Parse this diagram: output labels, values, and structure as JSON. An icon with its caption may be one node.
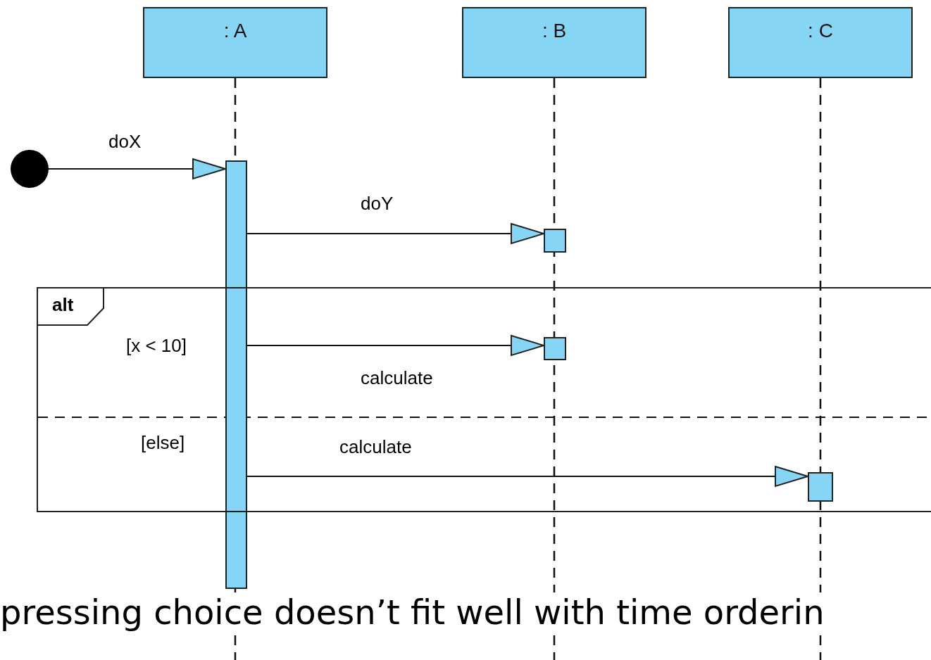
{
  "diagram": {
    "caption": "pressing choice doesn’t fit well with time orderin",
    "nodes": [
      {
        "text": [
          ": A"
        ]
      },
      {
        "text": [
          ": B"
        ]
      },
      {
        "text": [
          ": C"
        ]
      },
      {
        "text": [],
        "shape": "circle"
      },
      {
        "text": [],
        "shape": "bar"
      },
      {
        "text": [],
        "shape": "box"
      },
      {
        "text": [
          "alt",
          "[x < 10]",
          "[else]"
        ]
      },
      {
        "text": [],
        "shape": "box",
        "in": 6
      },
      {
        "text": [],
        "shape": "box",
        "in": 6
      }
    ],
    "edges": [
      {
        "from": 3,
        "to": 4,
        "arrow": "to",
        "label": "doX"
      },
      {
        "from": 4,
        "to": 5,
        "arrow": "to",
        "label": "doY"
      },
      {
        "from": 4,
        "to": 7,
        "arrow": "to",
        "label": "calculate"
      },
      {
        "from": 4,
        "to": 8,
        "arrow": "to",
        "label": "calculate"
      }
    ]
  }
}
